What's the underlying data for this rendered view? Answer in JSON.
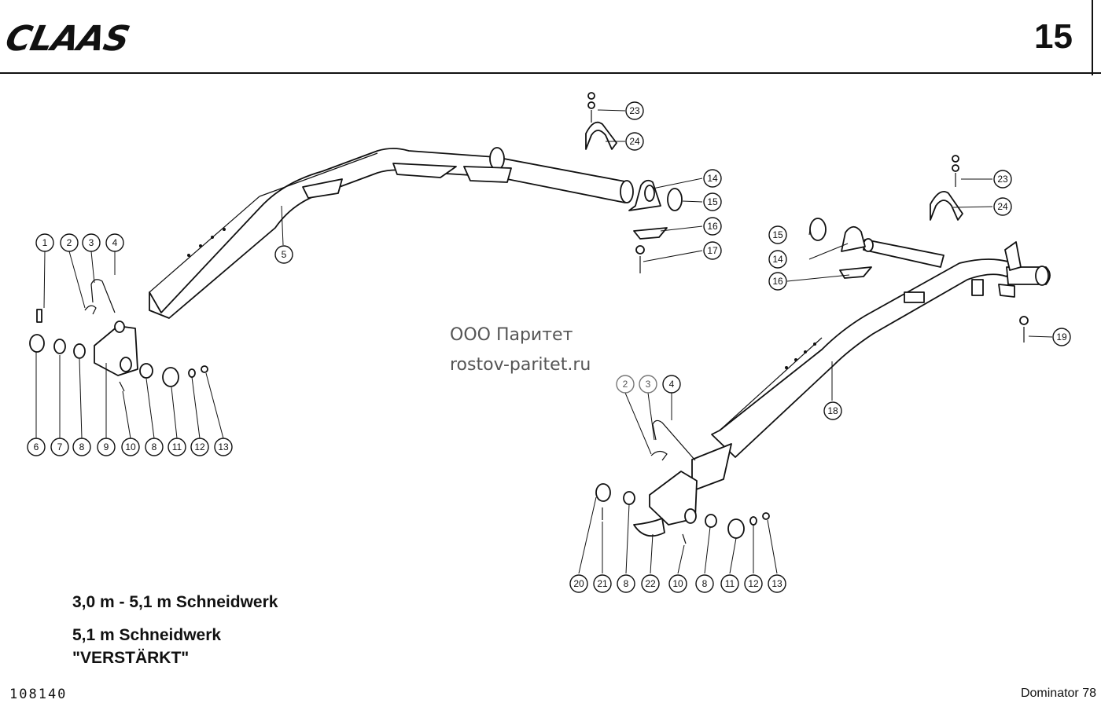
{
  "header": {
    "brand": "CLAAS",
    "page_number": "15"
  },
  "watermark": {
    "line1": "ООО Паритет",
    "line2": "rostov-paritet.ru"
  },
  "captions": {
    "line1": "3,0 m - 5,1 m Schneidwerk",
    "line2": "5,1 m Schneidwerk",
    "line3": "\"VERSTÄRKT\""
  },
  "footer": {
    "doc_number": "108140",
    "model": "Dominator 78"
  },
  "callouts": [
    {
      "label": "23"
    },
    {
      "label": "24"
    },
    {
      "label": "14"
    },
    {
      "label": "15"
    },
    {
      "label": "16"
    },
    {
      "label": "17"
    },
    {
      "label": "5"
    },
    {
      "label": "1"
    },
    {
      "label": "2"
    },
    {
      "label": "3"
    },
    {
      "label": "4"
    },
    {
      "label": "6"
    },
    {
      "label": "7"
    },
    {
      "label": "8"
    },
    {
      "label": "9"
    },
    {
      "label": "10"
    },
    {
      "label": "8"
    },
    {
      "label": "11"
    },
    {
      "label": "12"
    },
    {
      "label": "13"
    },
    {
      "label": "23"
    },
    {
      "label": "24"
    },
    {
      "label": "15"
    },
    {
      "label": "14"
    },
    {
      "label": "16"
    },
    {
      "label": "19"
    },
    {
      "label": "18"
    },
    {
      "label": "2"
    },
    {
      "label": "3"
    },
    {
      "label": "4"
    },
    {
      "label": "20"
    },
    {
      "label": "21"
    },
    {
      "label": "8"
    },
    {
      "label": "22"
    },
    {
      "label": "10"
    },
    {
      "label": "8"
    },
    {
      "label": "11"
    },
    {
      "label": "12"
    },
    {
      "label": "13"
    }
  ]
}
